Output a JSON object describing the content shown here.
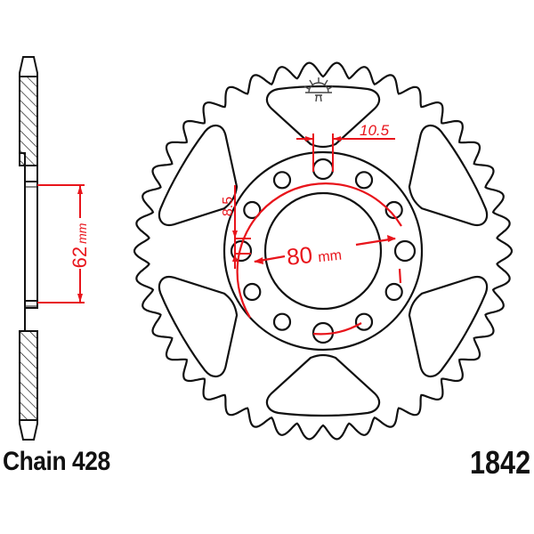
{
  "diagram": {
    "type": "sprocket-technical-drawing",
    "colors": {
      "outline": "#111111",
      "dimension": "#e8141b",
      "background": "#ffffff"
    },
    "side_view": {
      "dimension_value": "62",
      "dimension_unit": "mm"
    },
    "front_view": {
      "teeth_count": 42,
      "bolt_holes": 12,
      "lightening_holes": 6,
      "dimensions": {
        "slot_width": "10.5",
        "hole_diameter": "8.5",
        "pcd_value": "80",
        "pcd_unit": "mm"
      },
      "logo_icon": "sun-logo-icon"
    },
    "labels": {
      "chain": "Chain 428",
      "part_number": "1842"
    }
  }
}
